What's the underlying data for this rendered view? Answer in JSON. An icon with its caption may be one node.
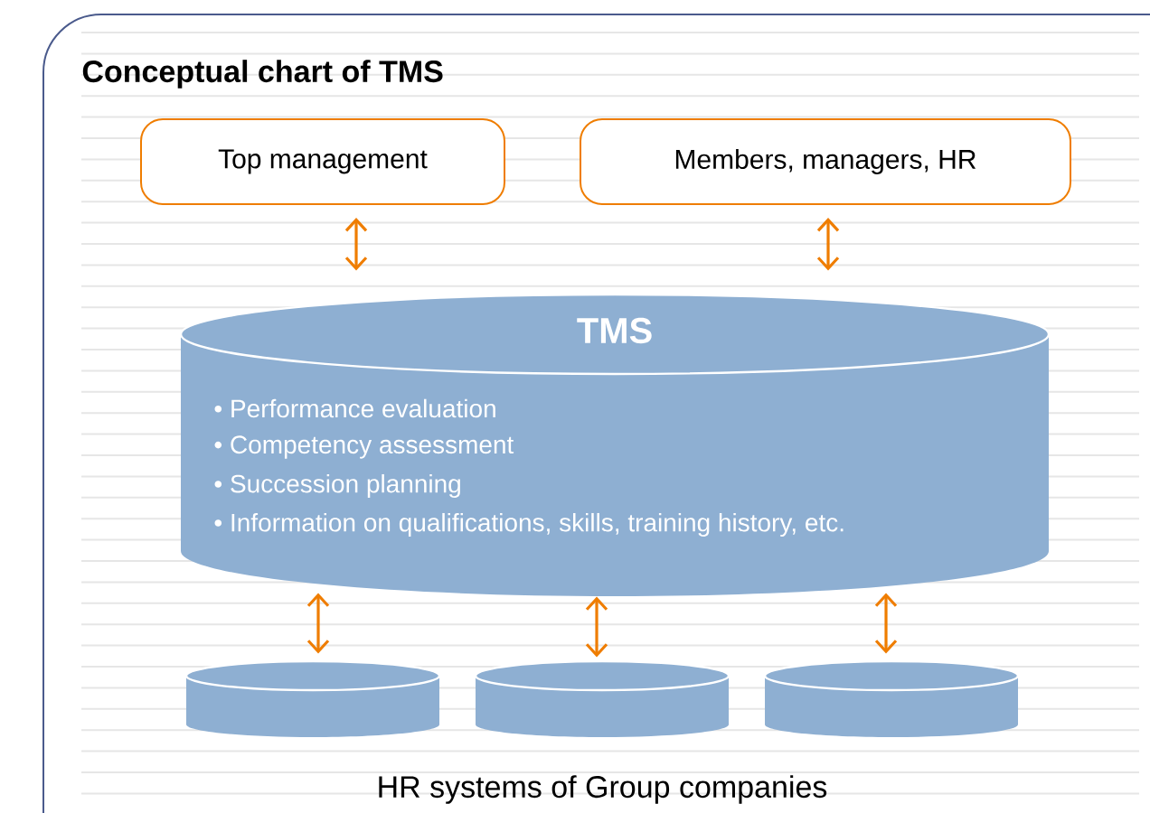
{
  "diagram": {
    "title": "Conceptual chart of TMS",
    "nodes": [
      {
        "text": [
          "Top management"
        ]
      },
      {
        "text": [
          "Members, managers, HR"
        ]
      },
      {
        "text": [
          "TMS",
          "• Performance evaluation",
          "• Competency assessment",
          "• Succession planning",
          "• Information on qualifications, skills, training history, etc."
        ]
      },
      {
        "text": [],
        "shape": "cylinder"
      },
      {
        "text": [],
        "shape": "cylinder"
      },
      {
        "text": [],
        "shape": "cylinder"
      }
    ],
    "edges": [
      {
        "from": 0,
        "to": 2,
        "arrow": "both"
      },
      {
        "from": 1,
        "to": 2,
        "arrow": "both"
      },
      {
        "from": 2,
        "to": 3,
        "arrow": "both"
      },
      {
        "from": 2,
        "to": 4,
        "arrow": "both"
      },
      {
        "from": 2,
        "to": 5,
        "arrow": "both"
      }
    ],
    "labels": [
      "HR systems of Group companies"
    ]
  }
}
